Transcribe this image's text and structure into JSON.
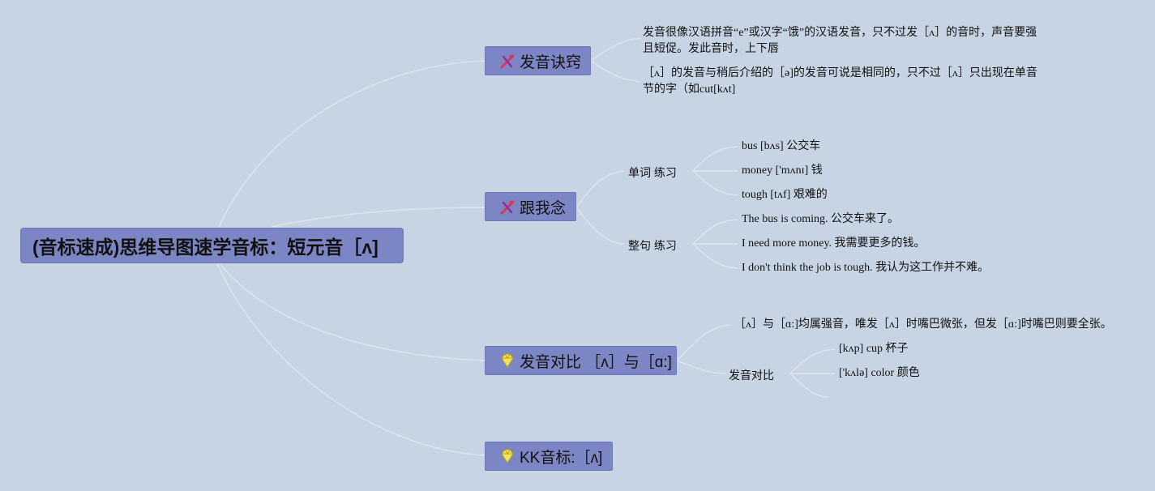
{
  "root": {
    "title": "(音标速成)思维导图速学音标：短元音［ʌ]"
  },
  "topics": [
    {
      "label": "发音诀窍",
      "icon": "tools-icon"
    },
    {
      "label": "跟我念",
      "icon": "tools-icon"
    },
    {
      "label": "发音对比 ［ʌ］与［ɑ:]",
      "icon": "diamond-icon"
    },
    {
      "label": "KK音标:［ʌ]",
      "icon": "diamond-icon"
    }
  ],
  "tips": [
    {
      "line1": "发音很像汉语拼音“e”或汉字“饿”的汉语发音，只不过发［ʌ］的音时，声音要强",
      "line2": "且短促。发此音时，上下唇"
    },
    {
      "line1": "［ʌ］的发音与稍后介绍的［ə]的发音可说是相同的，只不过［ʌ］只出现在单音",
      "line2": "节的字（如cut[kʌt]"
    }
  ],
  "practice": {
    "words_label": "单词 练习",
    "sentences_label": "整句 练习",
    "words": [
      "bus [bʌs] 公交车",
      "money ['mʌnɪ] 钱",
      "tough [tʌf] 艰难的"
    ],
    "sentences": [
      "The bus is coming. 公交车来了。",
      "I need more money. 我需要更多的钱。",
      "I don't think the job is tough. 我认为这工作并不难。"
    ]
  },
  "contrast": {
    "note": "［ʌ］与［ɑ:]均属强音，唯发［ʌ］时嘴巴微张，但发［ɑ:]时嘴巴则要全张。",
    "label": "发音对比",
    "items": [
      "[kʌp] cup 杯子",
      "['kʌlə] color 颜色"
    ]
  },
  "colors": {
    "background": "#c7d4e3",
    "topic_fill": "#7d86c5",
    "connector": "#dde3ec"
  }
}
